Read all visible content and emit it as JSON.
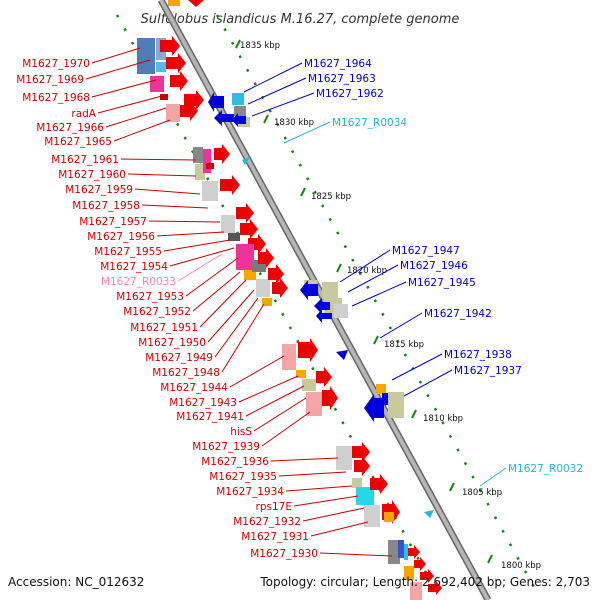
{
  "title": "Sulfolobus islandicus M.16.27, complete genome",
  "accession": "Accession: NC_012632",
  "topology": "Topology: circular; Length: 2,692,402 bp; Genes: 2,703",
  "kbp_labels": [
    "1835 kbp",
    "1830 kbp",
    "1825 kbp",
    "1820 kbp",
    "1815 kbp",
    "1810 kbp",
    "1805 kbp",
    "1800 kbp"
  ],
  "left_labels": [
    "M1627_1970",
    "M1627_1969",
    "M1627_1968",
    "radA",
    "M1627_1966",
    "M1627_1965",
    "M1627_1961",
    "M1627_1960",
    "M1627_1959",
    "M1627_1958",
    "M1627_1957",
    "M1627_1956",
    "M1627_1955",
    "M1627_1954",
    "M1627_R0033",
    "M1627_1953",
    "M1627_1952",
    "M1627_1951",
    "M1627_1950",
    "M1627_1949",
    "M1627_1948",
    "M1627_1944",
    "M1627_1943",
    "M1627_1941",
    "hisS",
    "M1627_1939",
    "M1627_1936",
    "M1627_1935",
    "M1627_1934",
    "rps17E",
    "M1627_1932",
    "M1627_1931",
    "M1627_1930"
  ],
  "right_labels": [
    "M1627_1964",
    "M1627_1963",
    "M1627_1962",
    "M1627_R0034",
    "M1627_1947",
    "M1627_1946",
    "M1627_1945",
    "M1627_1942",
    "M1627_1938",
    "M1627_1937",
    "M1627_R0032"
  ],
  "colors": {
    "forward_gene": "#ee0000",
    "reverse_gene": "#0000dd",
    "rna_left": "#ff88b0",
    "rna_right": "#22b8e0",
    "backbone": "#999999",
    "ticks": "#118811"
  }
}
